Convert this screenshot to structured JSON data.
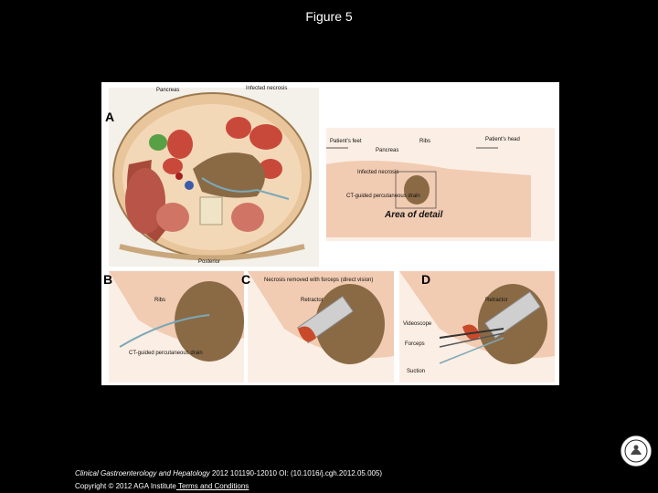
{
  "page_title": "Figure 5",
  "panels": {
    "a": {
      "letter": "A",
      "labels": {
        "pancreas": "Pancreas",
        "infected_necrosis": "Infected necrosis",
        "posterior": "Posterior",
        "patients_feet": "Patient's feet",
        "patients_head": "Patient's head",
        "ribs": "Ribs",
        "pancreas_side": "Pancreas",
        "infected_necrosis_side": "Infected necrosis",
        "ct_drain": "CT-guided percutaneous drain",
        "area_of_detail": "Area of detail"
      }
    },
    "b": {
      "letter": "B",
      "labels": {
        "ribs": "Ribs",
        "ct_drain": "CT-guided percutaneous drain"
      }
    },
    "c": {
      "letter": "C",
      "labels": {
        "necrosis_removed": "Necrosis removed with forceps (direct vision)",
        "retractor": "Retractor"
      }
    },
    "d": {
      "letter": "D",
      "labels": {
        "retractor": "Retractor",
        "videoscope": "Videoscope",
        "forceps": "Forceps",
        "suction": "Suction"
      }
    }
  },
  "citation": {
    "journal": "Clinical Gastroenterology and Hepatology",
    "details": " 2012 101190-12010 OI: (10.1016/j.cgh.2012.05.005)"
  },
  "copyright": {
    "text": "Copyright © 2012 AGA Institute",
    "link": " Terms and Conditions"
  },
  "colors": {
    "background": "#000000",
    "text": "#ffffff",
    "necrosis": "#8a6a45",
    "tissue": "#e9a98a"
  }
}
